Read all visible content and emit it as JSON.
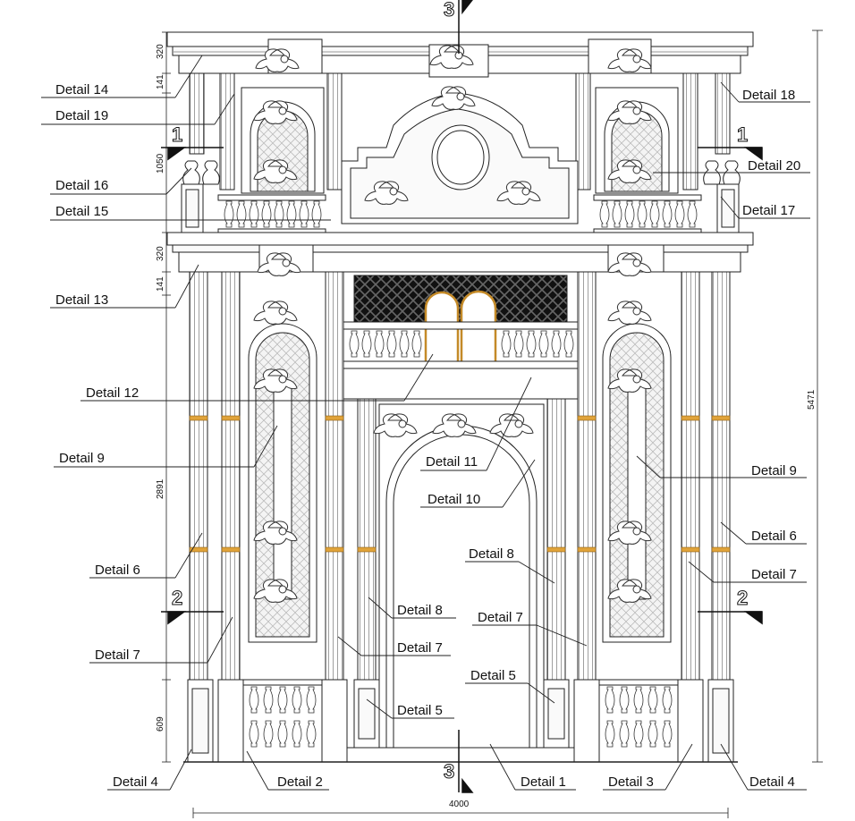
{
  "drawing": {
    "title": "Classical facade elevation with columns, balustrades and ornamental details",
    "overall_width_dim": "4000",
    "overall_height_dim": "5471",
    "left_dims": {
      "d320_top": "320",
      "d141_top": "141",
      "d1050": "1050",
      "d320_mid": "320",
      "d141_mid": "141",
      "d2891": "2891",
      "d609": "609"
    },
    "section_marks": {
      "s1_left": "1",
      "s1_right": "1",
      "s2_left": "2",
      "s2_right": "2",
      "s3_top": "3",
      "s3_bottom": "3"
    },
    "details": {
      "d14": "Detail 14",
      "d19": "Detail 19",
      "d16": "Detail 16",
      "d15": "Detail 15",
      "d13": "Detail 13",
      "d12": "Detail 12",
      "d9_left": "Detail 9",
      "d6_left": "Detail 6",
      "d7_left": "Detail 7",
      "d4_left": "Detail 4",
      "d2": "Detail 2",
      "d1": "Detail 1",
      "d3": "Detail 3",
      "d4_right": "Detail 4",
      "d18": "Detail 18",
      "d20": "Detail 20",
      "d17": "Detail 17",
      "d9_right": "Detail 9",
      "d6_right": "Detail 6",
      "d7_right": "Detail 7",
      "d11": "Detail 11",
      "d10": "Detail 10",
      "d8_right": "Detail 8",
      "d8_left": "Detail 8",
      "d7_center": "Detail 7",
      "d7_mid": "Detail 7",
      "d5_right": "Detail 5",
      "d5_left": "Detail 5"
    },
    "colors": {
      "line": "#222222",
      "gold": "#e0a33a",
      "lattice": "#1a1a1a"
    }
  }
}
